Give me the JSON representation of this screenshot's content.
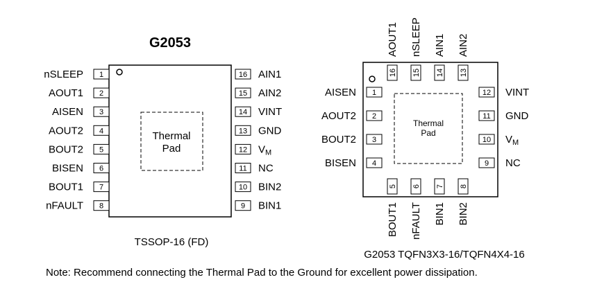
{
  "tssop": {
    "title": "G2053",
    "thermal_pad_line1": "Thermal",
    "thermal_pad_line2": "Pad",
    "caption": "TSSOP-16 (FD)",
    "left_pins": [
      {
        "num": "1",
        "name": "nSLEEP"
      },
      {
        "num": "2",
        "name": "AOUT1"
      },
      {
        "num": "3",
        "name": "AISEN"
      },
      {
        "num": "4",
        "name": "AOUT2"
      },
      {
        "num": "5",
        "name": "BOUT2"
      },
      {
        "num": "6",
        "name": "BISEN"
      },
      {
        "num": "7",
        "name": "BOUT1"
      },
      {
        "num": "8",
        "name": "nFAULT"
      }
    ],
    "right_pins": [
      {
        "num": "16",
        "name": "AIN1"
      },
      {
        "num": "15",
        "name": "AIN2"
      },
      {
        "num": "14",
        "name": "VINT"
      },
      {
        "num": "13",
        "name": "GND"
      },
      {
        "num": "12",
        "name": "V",
        "sub": "M"
      },
      {
        "num": "11",
        "name": "NC"
      },
      {
        "num": "10",
        "name": "BIN2"
      },
      {
        "num": "9",
        "name": "BIN1"
      }
    ]
  },
  "tqfn": {
    "thermal_pad_line1": "Thermal",
    "thermal_pad_line2": "Pad",
    "caption": "G2053 TQFN3X3-16/TQFN4X4-16",
    "left_pins": [
      {
        "num": "1",
        "name": "AISEN"
      },
      {
        "num": "2",
        "name": "AOUT2"
      },
      {
        "num": "3",
        "name": "BOUT2"
      },
      {
        "num": "4",
        "name": "BISEN"
      }
    ],
    "bottom_pins": [
      {
        "num": "5",
        "name": "BOUT1"
      },
      {
        "num": "6",
        "name": "nFAULT"
      },
      {
        "num": "7",
        "name": "BIN1"
      },
      {
        "num": "8",
        "name": "BIN2"
      }
    ],
    "right_pins": [
      {
        "num": "12",
        "name": "VINT"
      },
      {
        "num": "11",
        "name": "GND"
      },
      {
        "num": "10",
        "name": "V",
        "sub": "M"
      },
      {
        "num": "9",
        "name": "NC"
      }
    ],
    "top_pins": [
      {
        "num": "16",
        "name": "AOUT1"
      },
      {
        "num": "15",
        "name": "nSLEEP"
      },
      {
        "num": "14",
        "name": "AIN1"
      },
      {
        "num": "13",
        "name": "AIN2"
      }
    ]
  },
  "note": "Note: Recommend connecting the Thermal Pad to the Ground for excellent power dissipation."
}
